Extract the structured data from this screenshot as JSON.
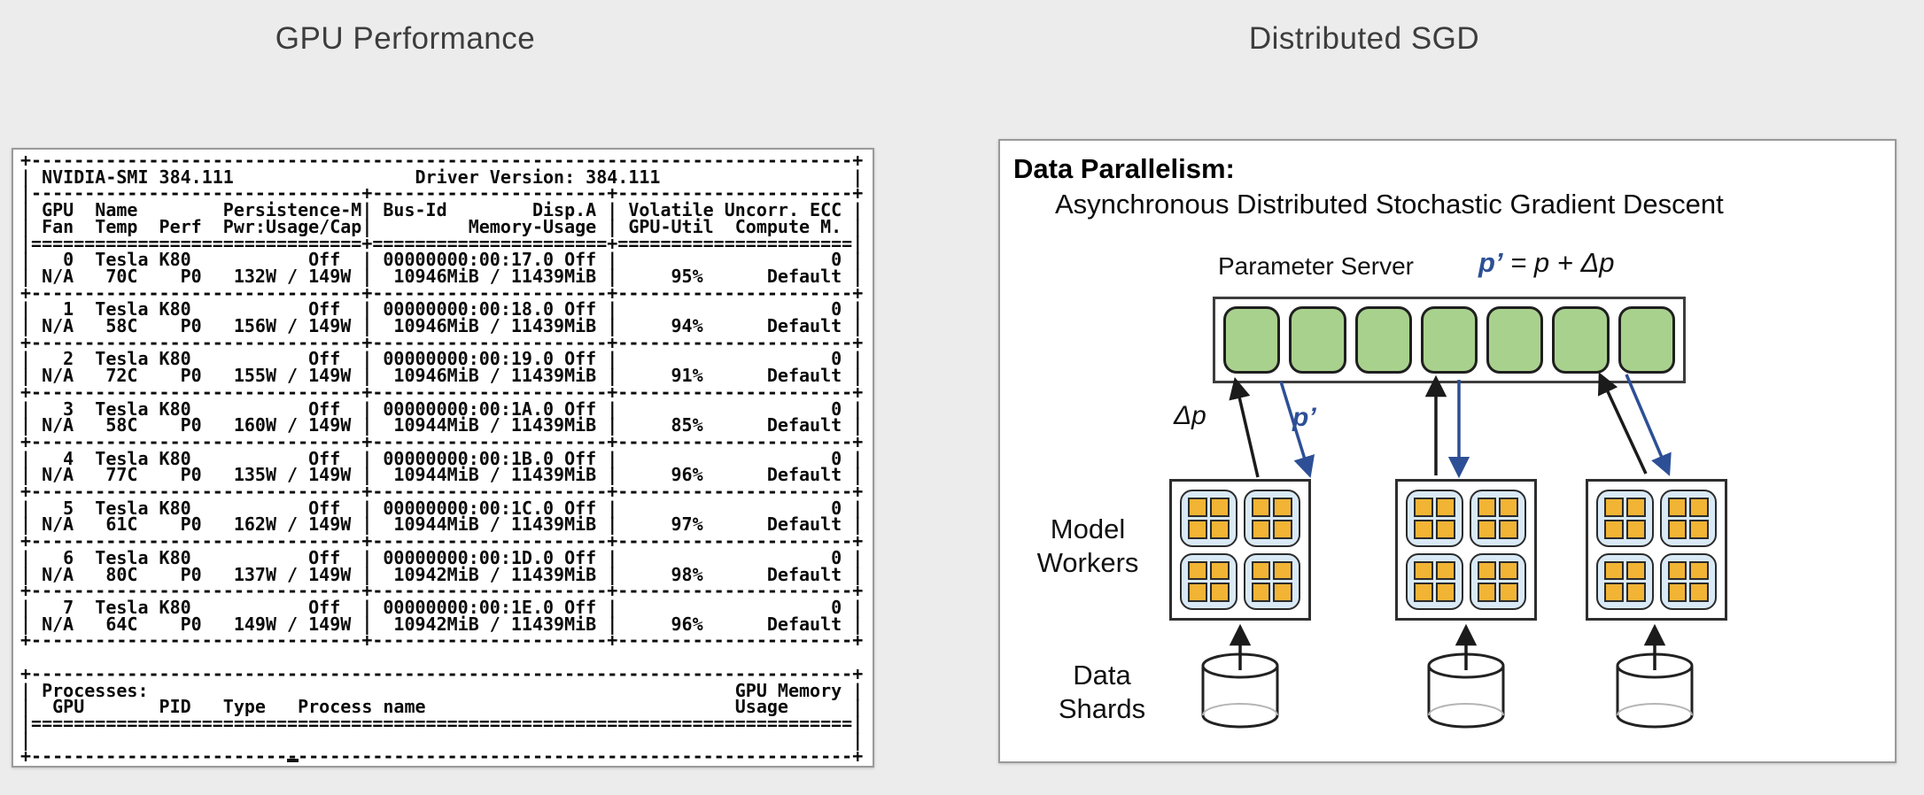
{
  "left": {
    "title": "GPU Performance",
    "terminal": {
      "lines": [
        "+-----------------------------------------------------------------------------+",
        "| NVIDIA-SMI 384.111                 Driver Version: 384.111                  |",
        "|-------------------------------+----------------------+----------------------+",
        "| GPU  Name        Persistence-M| Bus-Id        Disp.A | Volatile Uncorr. ECC |",
        "| Fan  Temp  Perf  Pwr:Usage/Cap|         Memory-Usage | GPU-Util  Compute M. |",
        "|===============================+======================+======================|",
        "|   0  Tesla K80           Off  | 00000000:00:17.0 Off |                    0 |",
        "| N/A   70C    P0   132W / 149W |  10946MiB / 11439MiB |     95%      Default |",
        "+-------------------------------+----------------------+----------------------+",
        "|   1  Tesla K80           Off  | 00000000:00:18.0 Off |                    0 |",
        "| N/A   58C    P0   156W / 149W |  10946MiB / 11439MiB |     94%      Default |",
        "+-------------------------------+----------------------+----------------------+",
        "|   2  Tesla K80           Off  | 00000000:00:19.0 Off |                    0 |",
        "| N/A   72C    P0   155W / 149W |  10946MiB / 11439MiB |     91%      Default |",
        "+-------------------------------+----------------------+----------------------+",
        "|   3  Tesla K80           Off  | 00000000:00:1A.0 Off |                    0 |",
        "| N/A   58C    P0   160W / 149W |  10944MiB / 11439MiB |     85%      Default |",
        "+-------------------------------+----------------------+----------------------+",
        "|   4  Tesla K80           Off  | 00000000:00:1B.0 Off |                    0 |",
        "| N/A   77C    P0   135W / 149W |  10944MiB / 11439MiB |     96%      Default |",
        "+-------------------------------+----------------------+----------------------+",
        "|   5  Tesla K80           Off  | 00000000:00:1C.0 Off |                    0 |",
        "| N/A   61C    P0   162W / 149W |  10944MiB / 11439MiB |     97%      Default |",
        "+-------------------------------+----------------------+----------------------+",
        "|   6  Tesla K80           Off  | 00000000:00:1D.0 Off |                    0 |",
        "| N/A   80C    P0   137W / 149W |  10942MiB / 11439MiB |     98%      Default |",
        "+-------------------------------+----------------------+----------------------+",
        "|   7  Tesla K80           Off  | 00000000:00:1E.0 Off |                    0 |",
        "| N/A   64C    P0   149W / 149W |  10942MiB / 11439MiB |     96%      Default |",
        "+-------------------------------+----------------------+----------------------+",
        "                                                                               ",
        "+-----------------------------------------------------------------------------+",
        "| Processes:                                                       GPU Memory |",
        "|  GPU       PID   Type   Process name                             Usage      |",
        "|=============================================================================|",
        "|                                                                             |",
        "+-----------------------------------------------------------------------------+"
      ]
    }
  },
  "right": {
    "title": "Distributed SGD",
    "diagram": {
      "heading": "Data Parallelism:",
      "subheading": "Asynchronous Distributed Stochastic Gradient Descent",
      "parameter_server": {
        "label": "Parameter Server",
        "formula_lhs": "p’",
        "formula_rhs": " = p + Δp",
        "cell_count": 7
      },
      "labels": {
        "gradient": "Δp",
        "params": "p’",
        "model_workers": "Model\nWorkers",
        "data_shards": "Data\nShards"
      },
      "workers": [
        {
          "chips": 4,
          "cores_per_chip": 4
        },
        {
          "chips": 4,
          "cores_per_chip": 4
        },
        {
          "chips": 4,
          "cores_per_chip": 4
        }
      ],
      "colors": {
        "background": "#ececec",
        "panel_border": "#9a9a9a",
        "title_text": "#3d3d3d",
        "parameter_block_green": "#a9d18e",
        "chip_blue": "#d9e9f6",
        "core_orange": "#f2b435",
        "arrow_black": "#1b1b1b",
        "arrow_blue": "#2d4f96"
      }
    }
  }
}
